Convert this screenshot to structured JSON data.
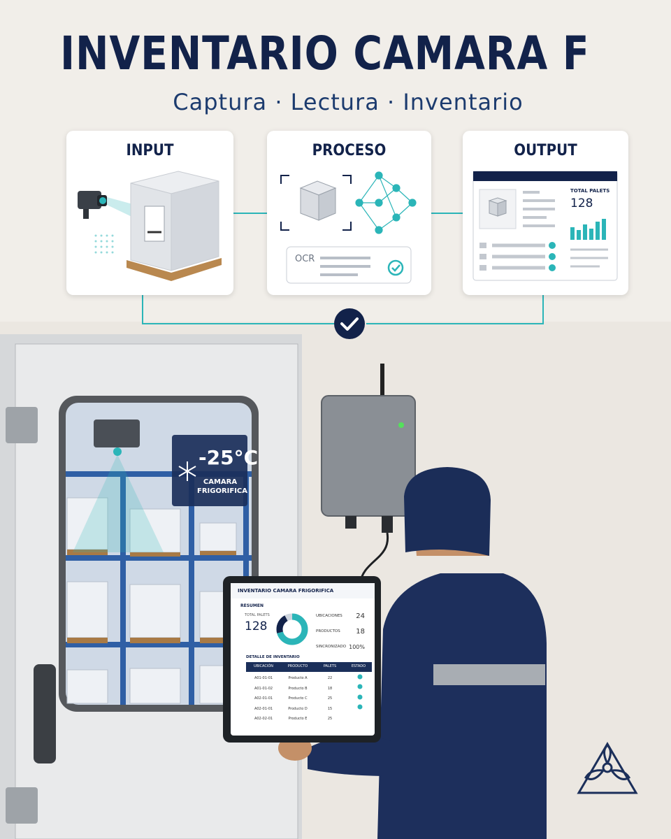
{
  "header": {
    "title": "INVENTARIO CAMARA FRIGORIFICA",
    "subtitle": "Captura · Lectura · Inventario"
  },
  "flow": {
    "input_label": "INPUT",
    "process_label": "PROCESO",
    "output_label": "OUTPUT",
    "ocr_label": "OCR",
    "output_total_label": "TOTAL PALETS",
    "output_total_value": "128"
  },
  "chamber": {
    "temperature": "-25°C",
    "label_line1": "CAMARA",
    "label_line2": "FRIGORIFICA"
  },
  "tablet": {
    "title": "INVENTARIO CAMARA FRIGORIFICA",
    "summary_label": "RESUMEN",
    "total_label": "TOTAL PALETS",
    "total_value": "128",
    "stats": [
      {
        "label": "UBICACIONES",
        "value": "24"
      },
      {
        "label": "PRODUCTOS",
        "value": "18"
      },
      {
        "label": "SINCRONIZADO",
        "value": "100%"
      }
    ],
    "detail_label": "DETALLE DE INVENTARIO",
    "columns": [
      "UBICACIÓN",
      "PRODUCTO",
      "PALETS",
      "ESTADO"
    ],
    "rows": [
      {
        "location": "A01-01-01",
        "product": "Producto A",
        "pallets": "22"
      },
      {
        "location": "A01-01-02",
        "product": "Producto B",
        "pallets": "18"
      },
      {
        "location": "A02-01-01",
        "product": "Producto C",
        "pallets": "25"
      },
      {
        "location": "A02-01-01",
        "product": "Producto D",
        "pallets": "15"
      },
      {
        "location": "A02-02-01",
        "product": "Producto E",
        "pallets": "25"
      }
    ]
  },
  "colors": {
    "navy": "#12224a",
    "teal": "#2bb5b8",
    "background": "#f1eee9"
  }
}
